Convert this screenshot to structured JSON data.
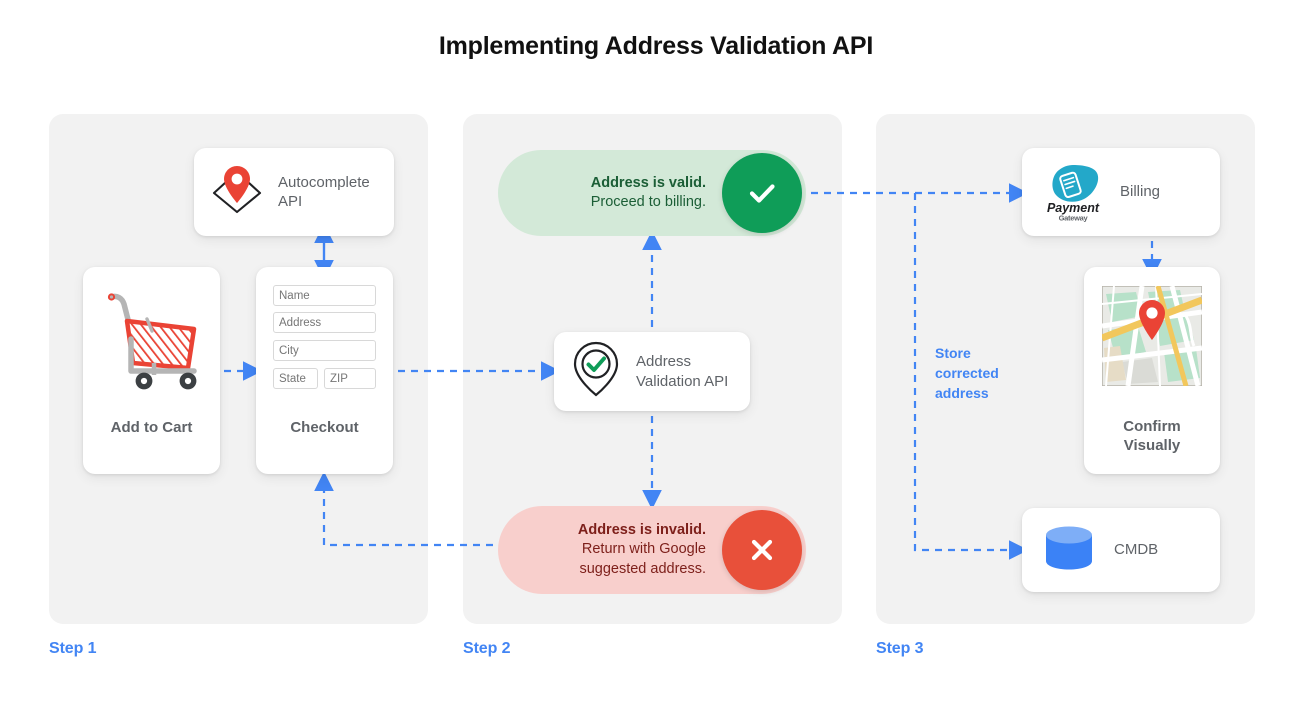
{
  "page": {
    "title": "Implementing Address Validation API",
    "accent_blue": "#4285f4",
    "panel_bg": "#f2f2f2",
    "valid_green": "#0f9d58",
    "invalid_red": "#e8503a",
    "valid_pill_bg": "#d3e9d8",
    "invalid_pill_bg": "#f8cfcc"
  },
  "steps": [
    {
      "label": "Step 1"
    },
    {
      "label": "Step 2"
    },
    {
      "label": "Step 3"
    }
  ],
  "step1": {
    "autocomplete_card": {
      "label": "Autocomplete API",
      "icon": "map-pin-diamond-icon"
    },
    "cart_card": {
      "caption": "Add to Cart",
      "icon": "shopping-cart-icon"
    },
    "checkout_card": {
      "caption": "Checkout",
      "fields": [
        {
          "placeholder": "Name"
        },
        {
          "placeholder": "Address"
        },
        {
          "placeholder": "City"
        },
        {
          "placeholder": "State"
        },
        {
          "placeholder": "ZIP"
        }
      ]
    }
  },
  "step2": {
    "valid_pill": {
      "headline": "Address is valid.",
      "detail": "Proceed to billing.",
      "badge_icon": "check-icon"
    },
    "validation_card": {
      "label": "Address Validation API",
      "icon": "map-pin-check-icon"
    },
    "invalid_pill": {
      "headline": "Address is invalid.",
      "detail_line1": "Return with Google",
      "detail_line2": "suggested address.",
      "badge_icon": "close-icon"
    }
  },
  "step3": {
    "billing_card": {
      "label": "Billing",
      "logo_primary": "Payment",
      "logo_secondary": "Gateway",
      "icon": "payment-gateway-icon"
    },
    "confirm_card": {
      "caption_line1": "Confirm",
      "caption_line2": "Visually",
      "icon": "map-thumbnail-icon"
    },
    "cmdb_card": {
      "label": "CMDB",
      "icon": "database-icon"
    },
    "store_note": {
      "line1": "Store",
      "line2": "corrected",
      "line3": "address"
    }
  }
}
